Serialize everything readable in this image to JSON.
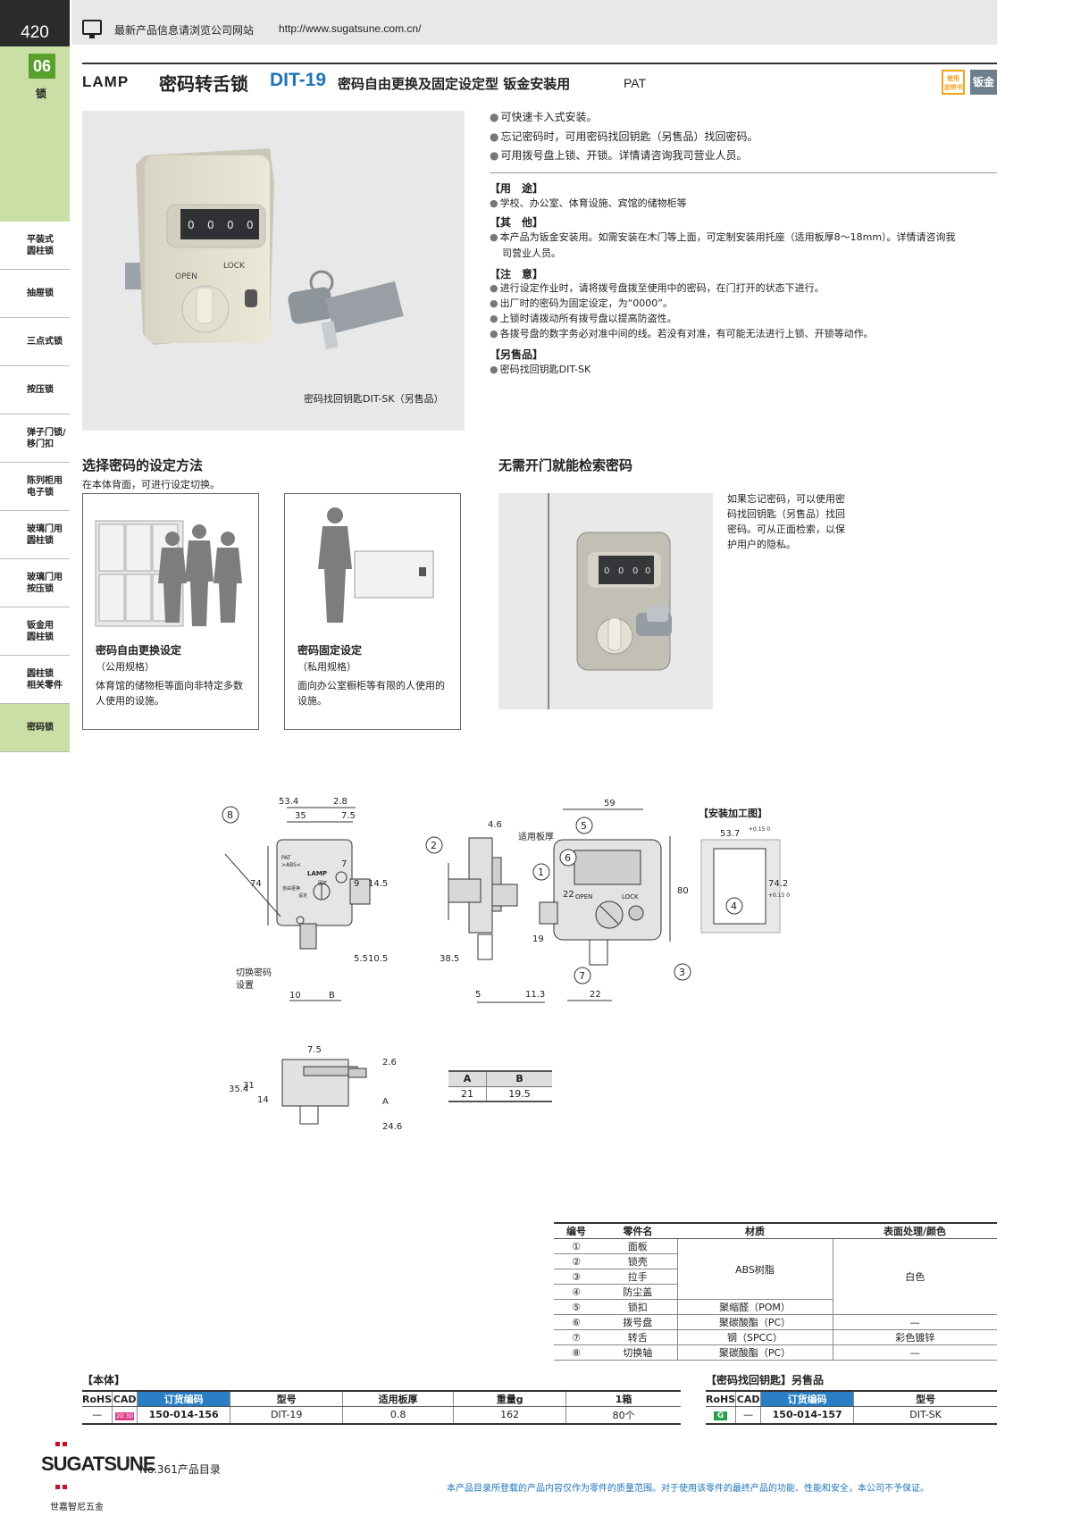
{
  "header": {
    "page_number": "420",
    "note": "最新产品信息请浏览公司网站",
    "url": "http://www.sugatsune.com.cn/"
  },
  "section": {
    "number": "06",
    "label": "锁"
  },
  "nav": [
    {
      "label": "平装式\n圆柱锁",
      "active": false
    },
    {
      "label": "抽屉锁",
      "active": false
    },
    {
      "label": "三点式锁",
      "active": false
    },
    {
      "label": "按压锁",
      "active": false
    },
    {
      "label": "弹子门锁/\n移门扣",
      "active": false
    },
    {
      "label": "陈列柜用\n电子锁",
      "active": false
    },
    {
      "label": "玻璃门用\n圆柱锁",
      "active": false
    },
    {
      "label": "玻璃门用\n按压锁",
      "active": false
    },
    {
      "label": "钣金用\n圆柱锁",
      "active": false
    },
    {
      "label": "圆柱锁\n相关零件",
      "active": false
    },
    {
      "label": "密码锁",
      "active": true
    }
  ],
  "title": {
    "brand": "LAMP",
    "main": "密码转舌锁",
    "model": "DIT-19",
    "sub": "密码自由更换及固定设定型 钣金安装用",
    "pat": "PAT",
    "badge_manual": "使用\n说明书",
    "badge_sheet": "钣金"
  },
  "photo": {
    "caption": "密码找回钥匙DIT-SK（另售品）",
    "open_label": "OPEN",
    "lock_label": "LOCK"
  },
  "features": [
    "可快速卡入式安装。",
    "忘记密码时，可用密码找回钥匙（另售品）找回密码。",
    "可用拨号盘上锁、开锁。详情请咨询我司营业人员。"
  ],
  "info": {
    "usage_h": "【用　途】",
    "usage": "学校、办公室、体育设施、宾馆的储物柜等",
    "other_h": "【其　他】",
    "other_1": "本产品为钣金安装用。如需安装在木门等上面，可定制安装用托座（适用板厚8～18mm）。详情请咨询我",
    "other_2": "司营业人员。",
    "note_h": "【注　意】",
    "notes": [
      "进行设定作业时，请将拨号盘拨至使用中的密码，在门打开的状态下进行。",
      "出厂时的密码为固定设定，为“0000”。",
      "上锁时请拨动所有拨号盘以提高防盗性。",
      "各拨号盘的数字务必对准中间的线。若没有对准，有可能无法进行上锁、开锁等动作。"
    ],
    "sold_h": "【另售品】",
    "sold": "密码找回钥匙DIT-SK"
  },
  "setting": {
    "title": "选择密码的设定方法",
    "subtitle": "在本体背面，可进行设定切换。",
    "public": {
      "title": "密码自由更换设定",
      "sub": "（公用规格）",
      "desc": "体育馆的储物柜等面向非特定多数人使用的设施。"
    },
    "private": {
      "title": "密码固定设定",
      "sub": "（私用规格）",
      "desc": "面向办公室橱柜等有限的人使用的设施。"
    }
  },
  "retrieve": {
    "title": "无需开门就能检索密码",
    "desc": "如果忘记密码，可以使用密码找回钥匙（另售品）找回密码。可从正面检索，以保护用户的隐私。"
  },
  "drawing": {
    "install_title": "【安装加工图】",
    "d_53_4": "53.4",
    "d_2_8": "2.8",
    "d_35": "35",
    "d_7_5": "7.5",
    "d_74": "74",
    "d_7": "7",
    "d_9": "9",
    "d_14_5": "14.5",
    "d_5_5": "5.5",
    "d_10_5": "10.5",
    "d_10": "10",
    "B": "B",
    "switch_label_1": "切换密码",
    "switch_label_2": "设置",
    "d_4_6": "4.6",
    "plate_label": "适用板厚",
    "d_38_5": "38.5",
    "d_5": "5",
    "d_11_3": "11.3",
    "d_59": "59",
    "d_80": "80",
    "d_22a": "22",
    "d_19": "19",
    "d_22b": "22",
    "cut_w": "53.7",
    "cut_w_tol": "+0.15 0",
    "cut_h": "74.2",
    "cut_h_tol": "+0.15 0",
    "d_35_4": "35.4",
    "d_31": "31",
    "d_14": "14",
    "d_7_5b": "7.5",
    "d_2_6": "2.6",
    "A": "A",
    "d_24_6": "24.6",
    "callouts": [
      "1",
      "2",
      "3",
      "4",
      "5",
      "6",
      "7",
      "8"
    ],
    "lamp_mini": "LAMP",
    "pat_mini": "PAT",
    "abs_mini": ">ABS<",
    "free_mini": "自由更换",
    "fixed_mini": "固定",
    "set_mini": "设定"
  },
  "ab_table": {
    "headers": [
      "A",
      "B"
    ],
    "row": [
      "21",
      "19.5"
    ]
  },
  "parts": {
    "headers": [
      "编号",
      "零件名",
      "材质",
      "表面处理/颜色"
    ],
    "rows": [
      {
        "no": "①",
        "name": "面板"
      },
      {
        "no": "②",
        "name": "锁壳"
      },
      {
        "no": "③",
        "name": "拉手"
      },
      {
        "no": "④",
        "name": "防尘盖"
      },
      {
        "no": "⑤",
        "name": "锁扣"
      },
      {
        "no": "⑥",
        "name": "拨号盘"
      },
      {
        "no": "⑦",
        "name": "转舌"
      },
      {
        "no": "⑧",
        "name": "切换轴"
      }
    ],
    "mat_abs": "ABS树脂",
    "mat_pom": "聚缩醛（POM）",
    "mat_pc": "聚碳酸酯（PC）",
    "mat_spcc": "钢（SPCC）",
    "mat_pc2": "聚碳酸酯（PC）",
    "finish_white": "白色",
    "finish_none_1": "—",
    "finish_zinc": "彩色镀锌",
    "finish_none_2": "—"
  },
  "main_table": {
    "heading": "【本体】",
    "headers": [
      "RoHS",
      "CAD",
      "订货编码",
      "型号",
      "适用板厚",
      "重量g",
      "1箱"
    ],
    "row": [
      "—",
      "2D 3D",
      "150-014-156",
      "DIT-19",
      "0.8",
      "162",
      "80个"
    ]
  },
  "key_table": {
    "heading": "【密码找回钥匙】另售品",
    "headers": [
      "RoHS",
      "CAD",
      "订货编码",
      "型号"
    ],
    "row": [
      "G",
      "—",
      "150-014-157",
      "DIT-SK"
    ]
  },
  "footer": {
    "brand": "SUGATSUNE",
    "brand_cn": "世嘉智尼五金",
    "catalog": "No.361产品目录",
    "disclaimer": "本产品目录所登载的产品内容仅作为零件的质量范围。对于使用该零件的最终产品的功能、性能和安全，本公司不予保证。"
  },
  "colors": {
    "accent_blue": "#1f74b8",
    "section_green": "#5aa02c",
    "nav_green": "#c9dfa6"
  }
}
